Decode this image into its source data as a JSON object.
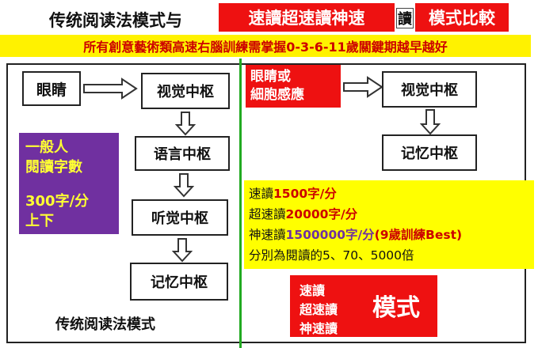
{
  "title": {
    "black": "传统阅读法模式与",
    "red1": "速讀超速讀神速",
    "boxed": "讀",
    "red2": "模式比較"
  },
  "banner": "所有創意藝術類高速右腦訓練需掌握0-3-6-11歲關鍵期越早越好",
  "left": {
    "eyes": "眼睛",
    "visual": "视觉中枢",
    "language": "语言中枢",
    "hearing": "听觉中枢",
    "memory": "记忆中枢",
    "caption": "传统阅读法模式",
    "purple": {
      "line1": "一般人",
      "line2": "閱讀字數",
      "line3": "300字/分",
      "line4": "上下"
    }
  },
  "right": {
    "input_line1": "眼睛或",
    "input_line2": "細胞感應",
    "visual": "视觉中枢",
    "memory": "记忆中枢",
    "yellow": {
      "r1_label": "速讀",
      "r1_value": "1500字/分",
      "r2_label": "超速讀",
      "r2_value": "20000字/分",
      "r3_label": "神速讀",
      "r3_value": "1500000字/分",
      "r3_note": "(9歲訓練Best)",
      "r4": "分別為閱讀的5、70、5000倍"
    },
    "mode": {
      "l1": "速讀",
      "l2": "超速讀",
      "l3": "神速讀",
      "big": "模式"
    }
  },
  "colors": {
    "red": "#ee1111",
    "yellow": "#fff200",
    "purple": "#7030a0",
    "green_divider": "#22aa22",
    "banner_text": "#cc0000"
  }
}
